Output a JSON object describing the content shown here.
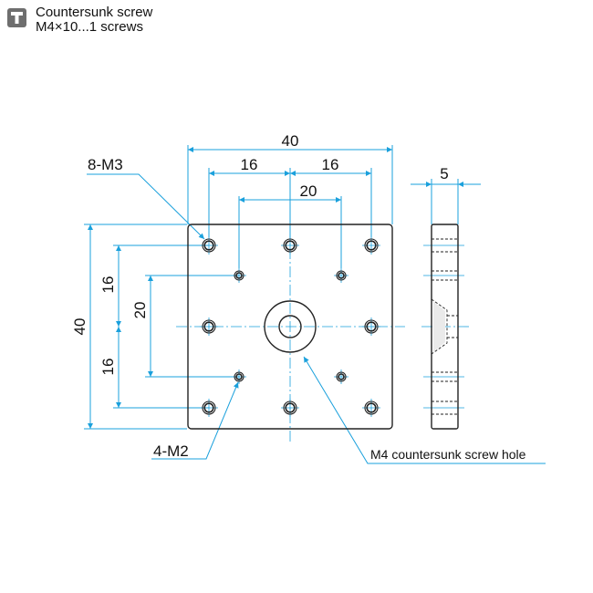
{
  "header": {
    "icon": "screw-icon",
    "line1": "Countersunk screw",
    "line2": "M4×10...1 screws"
  },
  "colors": {
    "dimension": "#1aa0dc",
    "outline": "#222222",
    "icon_bg": "#6e6e6e"
  },
  "dimensions": {
    "width_total": "40",
    "pitch_left": "16",
    "pitch_right": "16",
    "inner_pitch": "20",
    "height_total": "40",
    "v_pitch_top": "16",
    "v_pitch_bottom": "16",
    "v_inner_pitch": "20",
    "thickness": "5"
  },
  "callouts": {
    "m3_holes": "8-M3",
    "m2_holes": "4-M2",
    "center_hole": "M4 countersunk screw hole"
  }
}
